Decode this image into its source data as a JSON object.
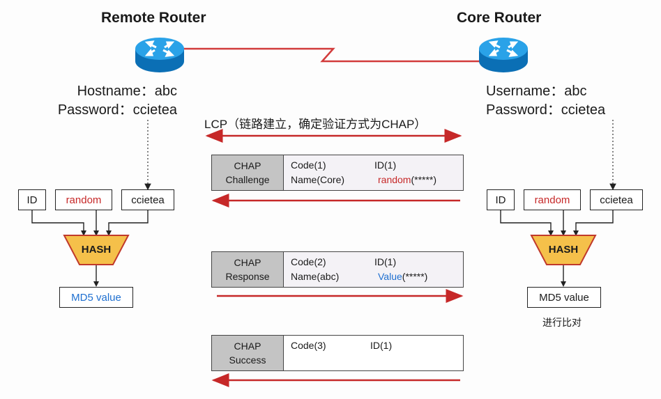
{
  "routers": {
    "remote": {
      "title": "Remote Router",
      "line1": "Hostname：abc",
      "line2": "Password：ccietea"
    },
    "core": {
      "title": "Core Router",
      "line1": "Username：abc",
      "line2": "Password：ccietea"
    }
  },
  "lcp_label": "LCP（链路建立，确定验证方式为CHAP）",
  "left_inputs": {
    "id": "ID",
    "random": "random",
    "secret": "ccietea"
  },
  "right_inputs": {
    "id": "ID",
    "random": "random",
    "secret": "ccietea"
  },
  "hash_label": "HASH",
  "left_md5": "MD5 value",
  "right_md5": "MD5 value",
  "compare_note": "进行比对",
  "messages": {
    "challenge": {
      "type1": "CHAP",
      "type2": "Challenge",
      "f1": "Code(1)",
      "f2": "ID(1)",
      "f3": "Name(Core)",
      "f4": "random",
      "f4b": "(*****)"
    },
    "response": {
      "type1": "CHAP",
      "type2": "Response",
      "f1": "Code(2)",
      "f2": "ID(1)",
      "f3": "Name(abc)",
      "f4": "Value",
      "f4b": "(*****)"
    },
    "success": {
      "type1": "CHAP",
      "type2": "Success",
      "f1": "Code(3)",
      "f2": "ID(1)"
    }
  },
  "colors": {
    "link": "#d23b3b",
    "arrow": "#c62828",
    "router_blue": "#1e8fd6",
    "hash_fill": "#f5c04a",
    "hash_stroke": "#c0392b"
  }
}
